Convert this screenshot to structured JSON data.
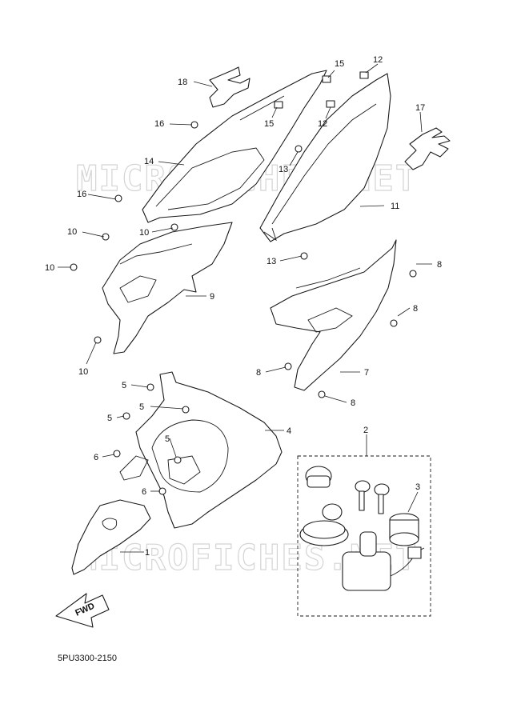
{
  "watermark_text": "MICROFICHES.NET",
  "diagram_code": "5PU3300-2150",
  "forward_arrow_label": "FWD",
  "callouts": {
    "c1": "1",
    "c2": "2",
    "c3": "3",
    "c4": "4",
    "c5a": "5",
    "c5b": "5",
    "c5c": "5",
    "c5d": "5",
    "c6a": "6",
    "c6b": "6",
    "c7": "7",
    "c8a": "8",
    "c8b": "8",
    "c8c": "8",
    "c8d": "8",
    "c9": "9",
    "c10a": "10",
    "c10b": "10",
    "c10c": "10",
    "c10d": "10",
    "c11": "11",
    "c12a": "12",
    "c12b": "12",
    "c13a": "13",
    "c13b": "13",
    "c14": "14",
    "c15a": "15",
    "c15b": "15",
    "c16a": "16",
    "c16b": "16",
    "c17": "17",
    "c18": "18"
  }
}
